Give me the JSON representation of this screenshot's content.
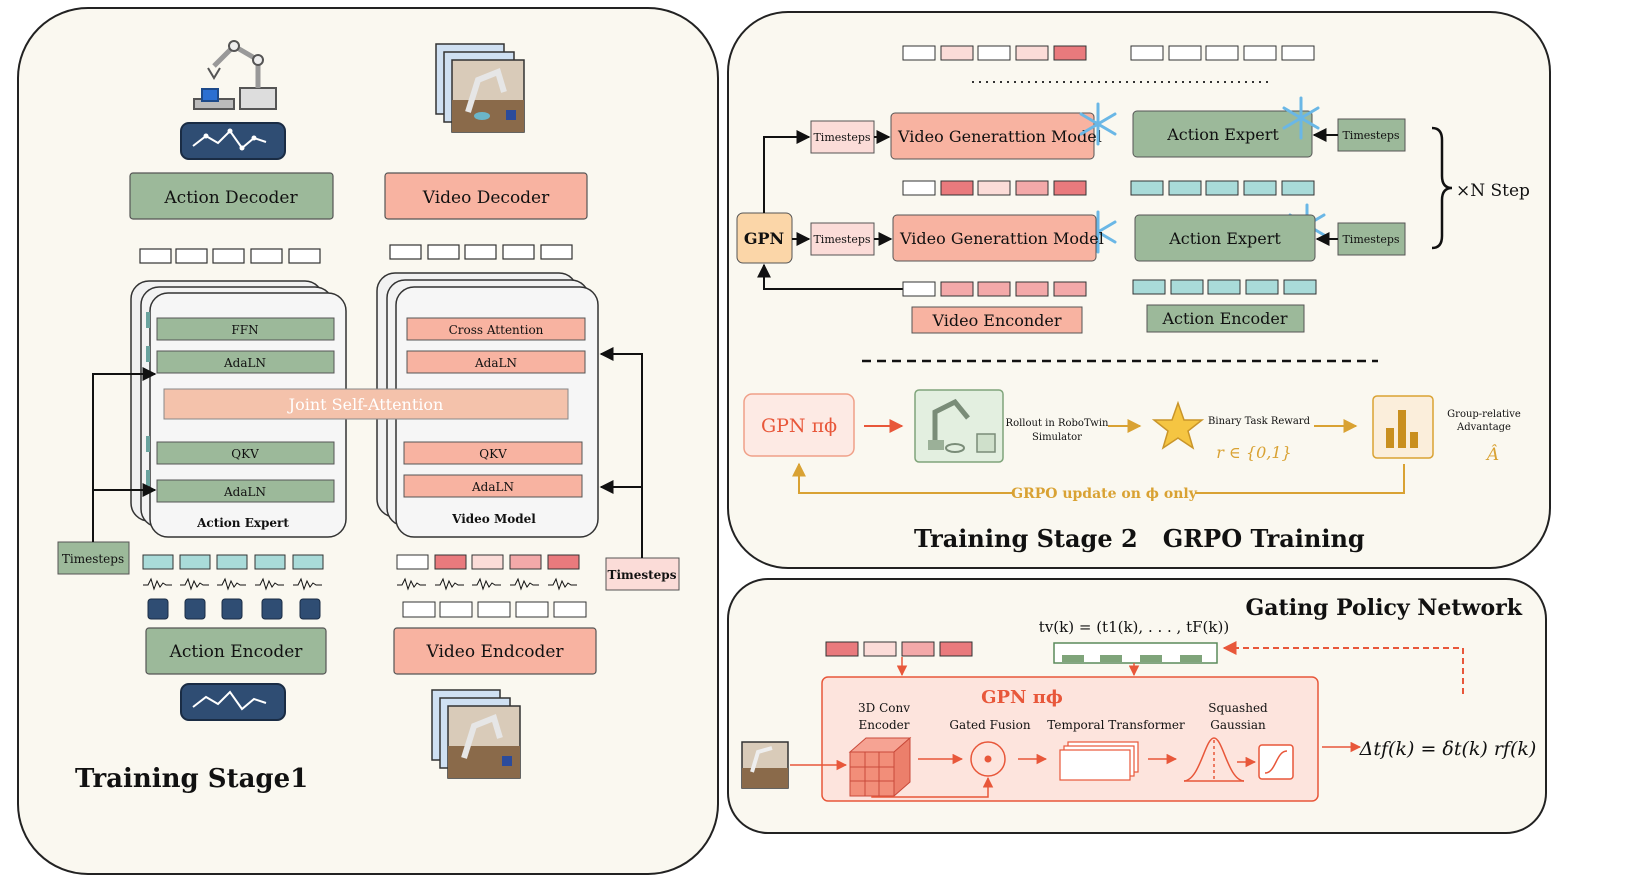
{
  "stage1": {
    "title": "Training Stage1",
    "action_decoder": "Action Decoder",
    "video_decoder": "Video Decoder",
    "ffn": "FFN",
    "adaln": "AdaLN",
    "joint_attention": "Joint Self-Attention",
    "qkv": "QKV",
    "action_expert": "Action Expert",
    "cross_attention": "Cross Attention",
    "video_model": "Video Model",
    "timesteps": "Timesteps",
    "action_encoder": "Action Encoder",
    "video_encoder": "Video Endcoder"
  },
  "stage2": {
    "title": "Training Stage 2   GRPO Training",
    "video_gen_model": "Video Generattion Model",
    "action_expert": "Action Expert",
    "timesteps": "Timesteps",
    "gpn": "GPN",
    "n_step": "×N Step",
    "video_encoder": "Video Enconder",
    "action_encoder": "Action Encoder",
    "gpn_policy": "GPN πϕ",
    "rollout": [
      "Rollout in RoboTwin",
      "Simulator"
    ],
    "binary_reward": "Binary Task Reward",
    "reward_set": "r ∈ {0,1}",
    "advantage": [
      "Group-relative",
      "Advantage"
    ],
    "advantage_symbol": "Â",
    "grpo_update": "GRPO update on ϕ only"
  },
  "gating": {
    "title": "Gating Policy Network",
    "timestep_vector": "tv(k) = (t1(k), . . . , tF(k))",
    "gpn_policy": "GPN πϕ",
    "conv_encoder": [
      "3D Conv",
      "Encoder"
    ],
    "gated_fusion": "Gated Fusion",
    "temporal_transformer": "Temporal Transformer",
    "squashed_gaussian": [
      "Squashed",
      "Gaussian"
    ],
    "output_formula": "Δtf(k) = δt(k) rf(k)"
  },
  "colors": {
    "panel_bg": "#faf8f0",
    "action_green": "#9cb99a",
    "video_salmon": "#f8b3a1",
    "token_dark": "#e97a7d",
    "token_mid": "#f3a9a9",
    "token_light": "#fbdcd8",
    "token_teal": "#a9dbd9",
    "gpn_orange": "#fbd6a8",
    "reward_gold": "#d9a233",
    "policy_red": "#e8573a"
  }
}
